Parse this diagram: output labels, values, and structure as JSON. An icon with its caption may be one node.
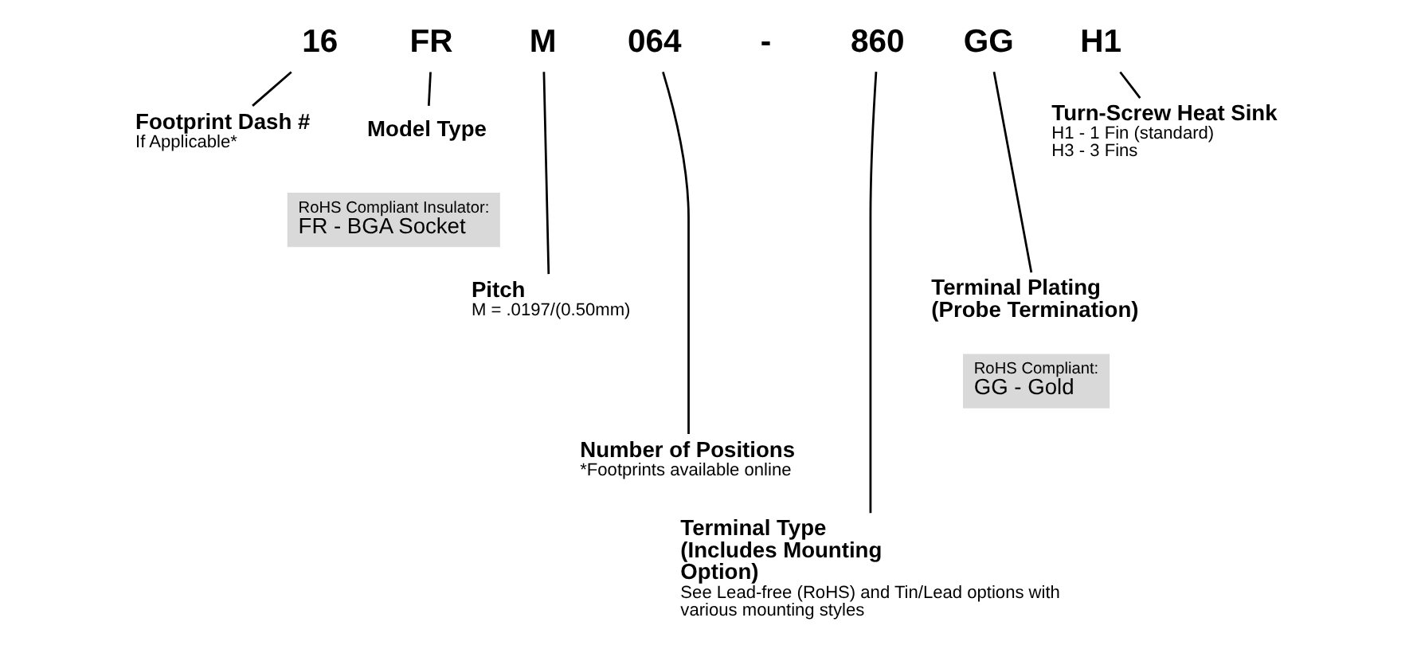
{
  "diagram": {
    "nodes": [
      {
        "text": [
          "16"
        ]
      },
      {
        "text": [
          "FR"
        ]
      },
      {
        "text": [
          "M"
        ]
      },
      {
        "text": [
          "064"
        ]
      },
      {
        "text": [
          "860"
        ]
      },
      {
        "text": [
          "GG"
        ]
      },
      {
        "text": [
          "H1"
        ]
      },
      {
        "text": [
          "Footprint Dash #",
          "If Applicable*"
        ]
      },
      {
        "text": [
          "Model Type"
        ]
      },
      {
        "text": [
          "RoHS Compliant Insulator:",
          "FR - BGA Socket"
        ]
      },
      {
        "text": [
          "Pitch",
          "M = .0197/(0.50mm)"
        ]
      },
      {
        "text": [
          "Number of Positions",
          "*Footprints available online"
        ]
      },
      {
        "text": [
          "Terminal Type (Includes Mounting Option)",
          "See Lead-free (RoHS) and Tin/Lead options with various mounting styles"
        ]
      },
      {
        "text": [
          "Terminal Plating (Probe Termination)"
        ]
      },
      {
        "text": [
          "RoHS Compliant:",
          "GG - Gold"
        ]
      },
      {
        "text": [
          "Turn-Screw Heat Sink",
          "H1 - 1 Fin (standard)",
          "H3 - 3 Fins"
        ]
      }
    ],
    "edges": [
      {
        "from": 0,
        "to": 7,
        "arrow": "none"
      },
      {
        "from": 1,
        "to": 8,
        "arrow": "none"
      },
      {
        "from": 2,
        "to": 10,
        "arrow": "none"
      },
      {
        "from": 3,
        "to": 11,
        "arrow": "none"
      },
      {
        "from": 4,
        "to": 12,
        "arrow": "none"
      },
      {
        "from": 5,
        "to": 13,
        "arrow": "none"
      },
      {
        "from": 6,
        "to": 15,
        "arrow": "none"
      }
    ],
    "labels": [
      "-"
    ]
  }
}
